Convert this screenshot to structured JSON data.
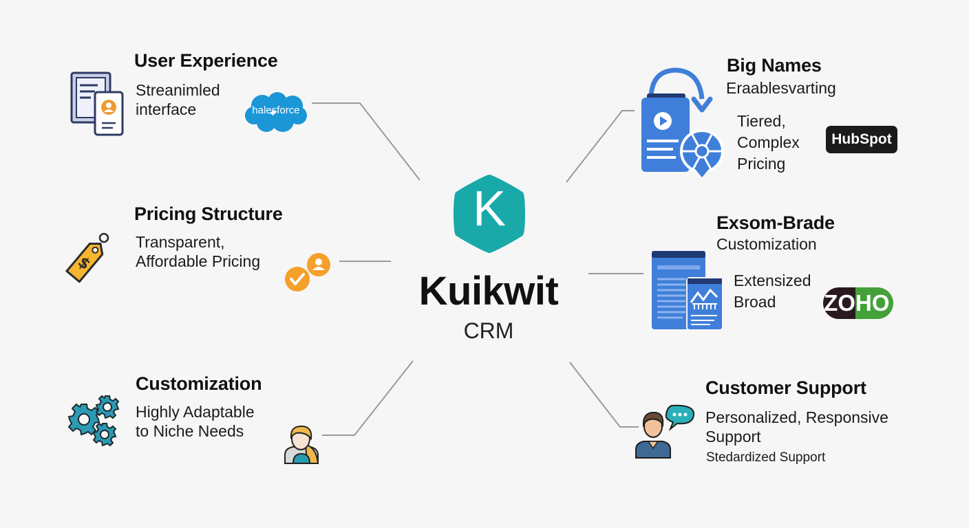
{
  "center": {
    "logo_letter": "K",
    "name": "Kuikwit",
    "subtitle": "CRM",
    "logo_color": "#1aa9a9"
  },
  "nodes": {
    "user_experience": {
      "title": "User Experience",
      "desc_lines": [
        "Streanimled",
        "interface"
      ],
      "brand": "halesforce",
      "brand_color": "#1b96d6",
      "icon": "interface-screens-icon"
    },
    "pricing_structure": {
      "title": "Pricing Structure",
      "desc_lines": [
        "Transparent,",
        "Affordable Pricing"
      ],
      "icon": "price-tag-icon",
      "badge_icons": [
        "checkmark-badge-icon",
        "user-badge-icon"
      ],
      "accent_color": "#f5a02a"
    },
    "customization": {
      "title": "Customization",
      "desc_lines": [
        "Highly Adaptable",
        "to Niche Needs"
      ],
      "icon": "gears-icon",
      "person_icon": "user-avatar-icon"
    },
    "big_names": {
      "title": "Big Names",
      "subtitle": "Eraablesvarting",
      "desc_lines": [
        "Tiered,",
        "Complex",
        "Pricing"
      ],
      "brand": "HubSpot",
      "icon": "media-document-icon"
    },
    "enterprise_customization": {
      "title": "Exsom-Brade",
      "subtitle": "Customization",
      "desc_lines": [
        "Extensized",
        "Broad"
      ],
      "brand_left": "ZO",
      "brand_right": "HO",
      "brand_colors": {
        "left": "#2a1a1f",
        "right": "#44a13a"
      },
      "icon": "documents-chart-icon"
    },
    "customer_support": {
      "title": "Customer Support",
      "desc_lines": [
        "Personalized, Responsive",
        "Support"
      ],
      "note": "Stedardized Support",
      "icon": "support-agent-icon"
    }
  }
}
